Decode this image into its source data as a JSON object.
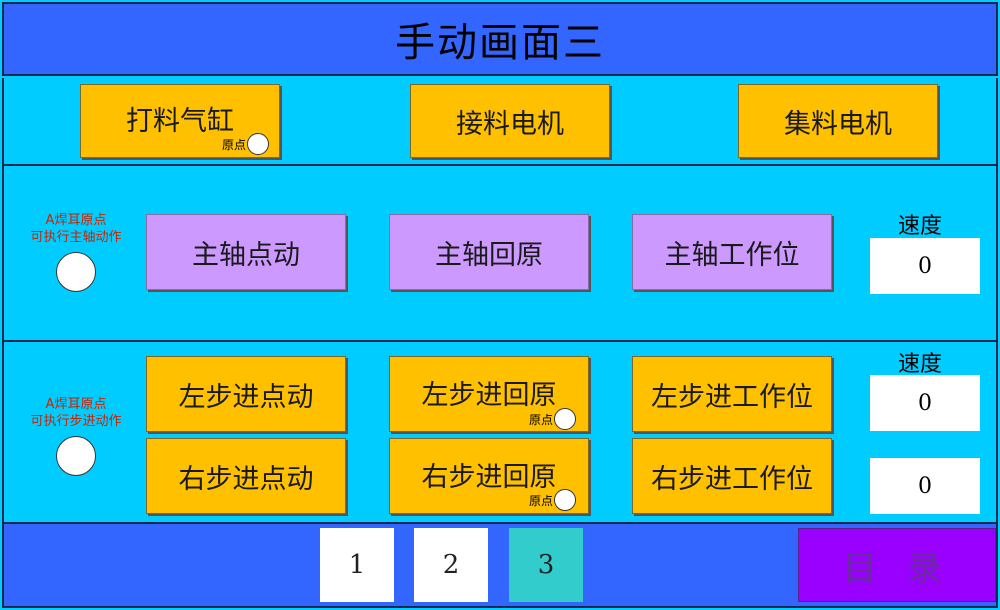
{
  "title": "手动画面三",
  "origin_label": "原点",
  "row1": {
    "buttons": [
      "打料气缸",
      "接料电机",
      "集料电机"
    ]
  },
  "row2": {
    "note": [
      "A焊耳原点",
      "可执行主轴动作"
    ],
    "buttons": [
      "主轴点动",
      "主轴回原",
      "主轴工作位"
    ],
    "speed_label": "速度",
    "speed_value": "0"
  },
  "row3": {
    "note": [
      "A焊耳原点",
      "可执行步进动作"
    ],
    "top_buttons": [
      "左步进点动",
      "左步进回原",
      "左步进工作位"
    ],
    "bottom_buttons": [
      "右步进点动",
      "右步进回原",
      "右步进工作位"
    ],
    "speed_label": "速度",
    "speed_value_left": "0",
    "speed_value_right": "0"
  },
  "footer": {
    "pages": [
      "1",
      "2",
      "3"
    ],
    "active_page": "3",
    "menu_label": "目 录"
  },
  "colors": {
    "title_bar": "#3366FF",
    "panel_bg": "#00CCFF",
    "button_yellow": "#FFC000",
    "button_purple": "#CC99FF",
    "active_page": "#33CCCC",
    "menu_button": "#9900FF",
    "note_text": "#CC2200"
  }
}
